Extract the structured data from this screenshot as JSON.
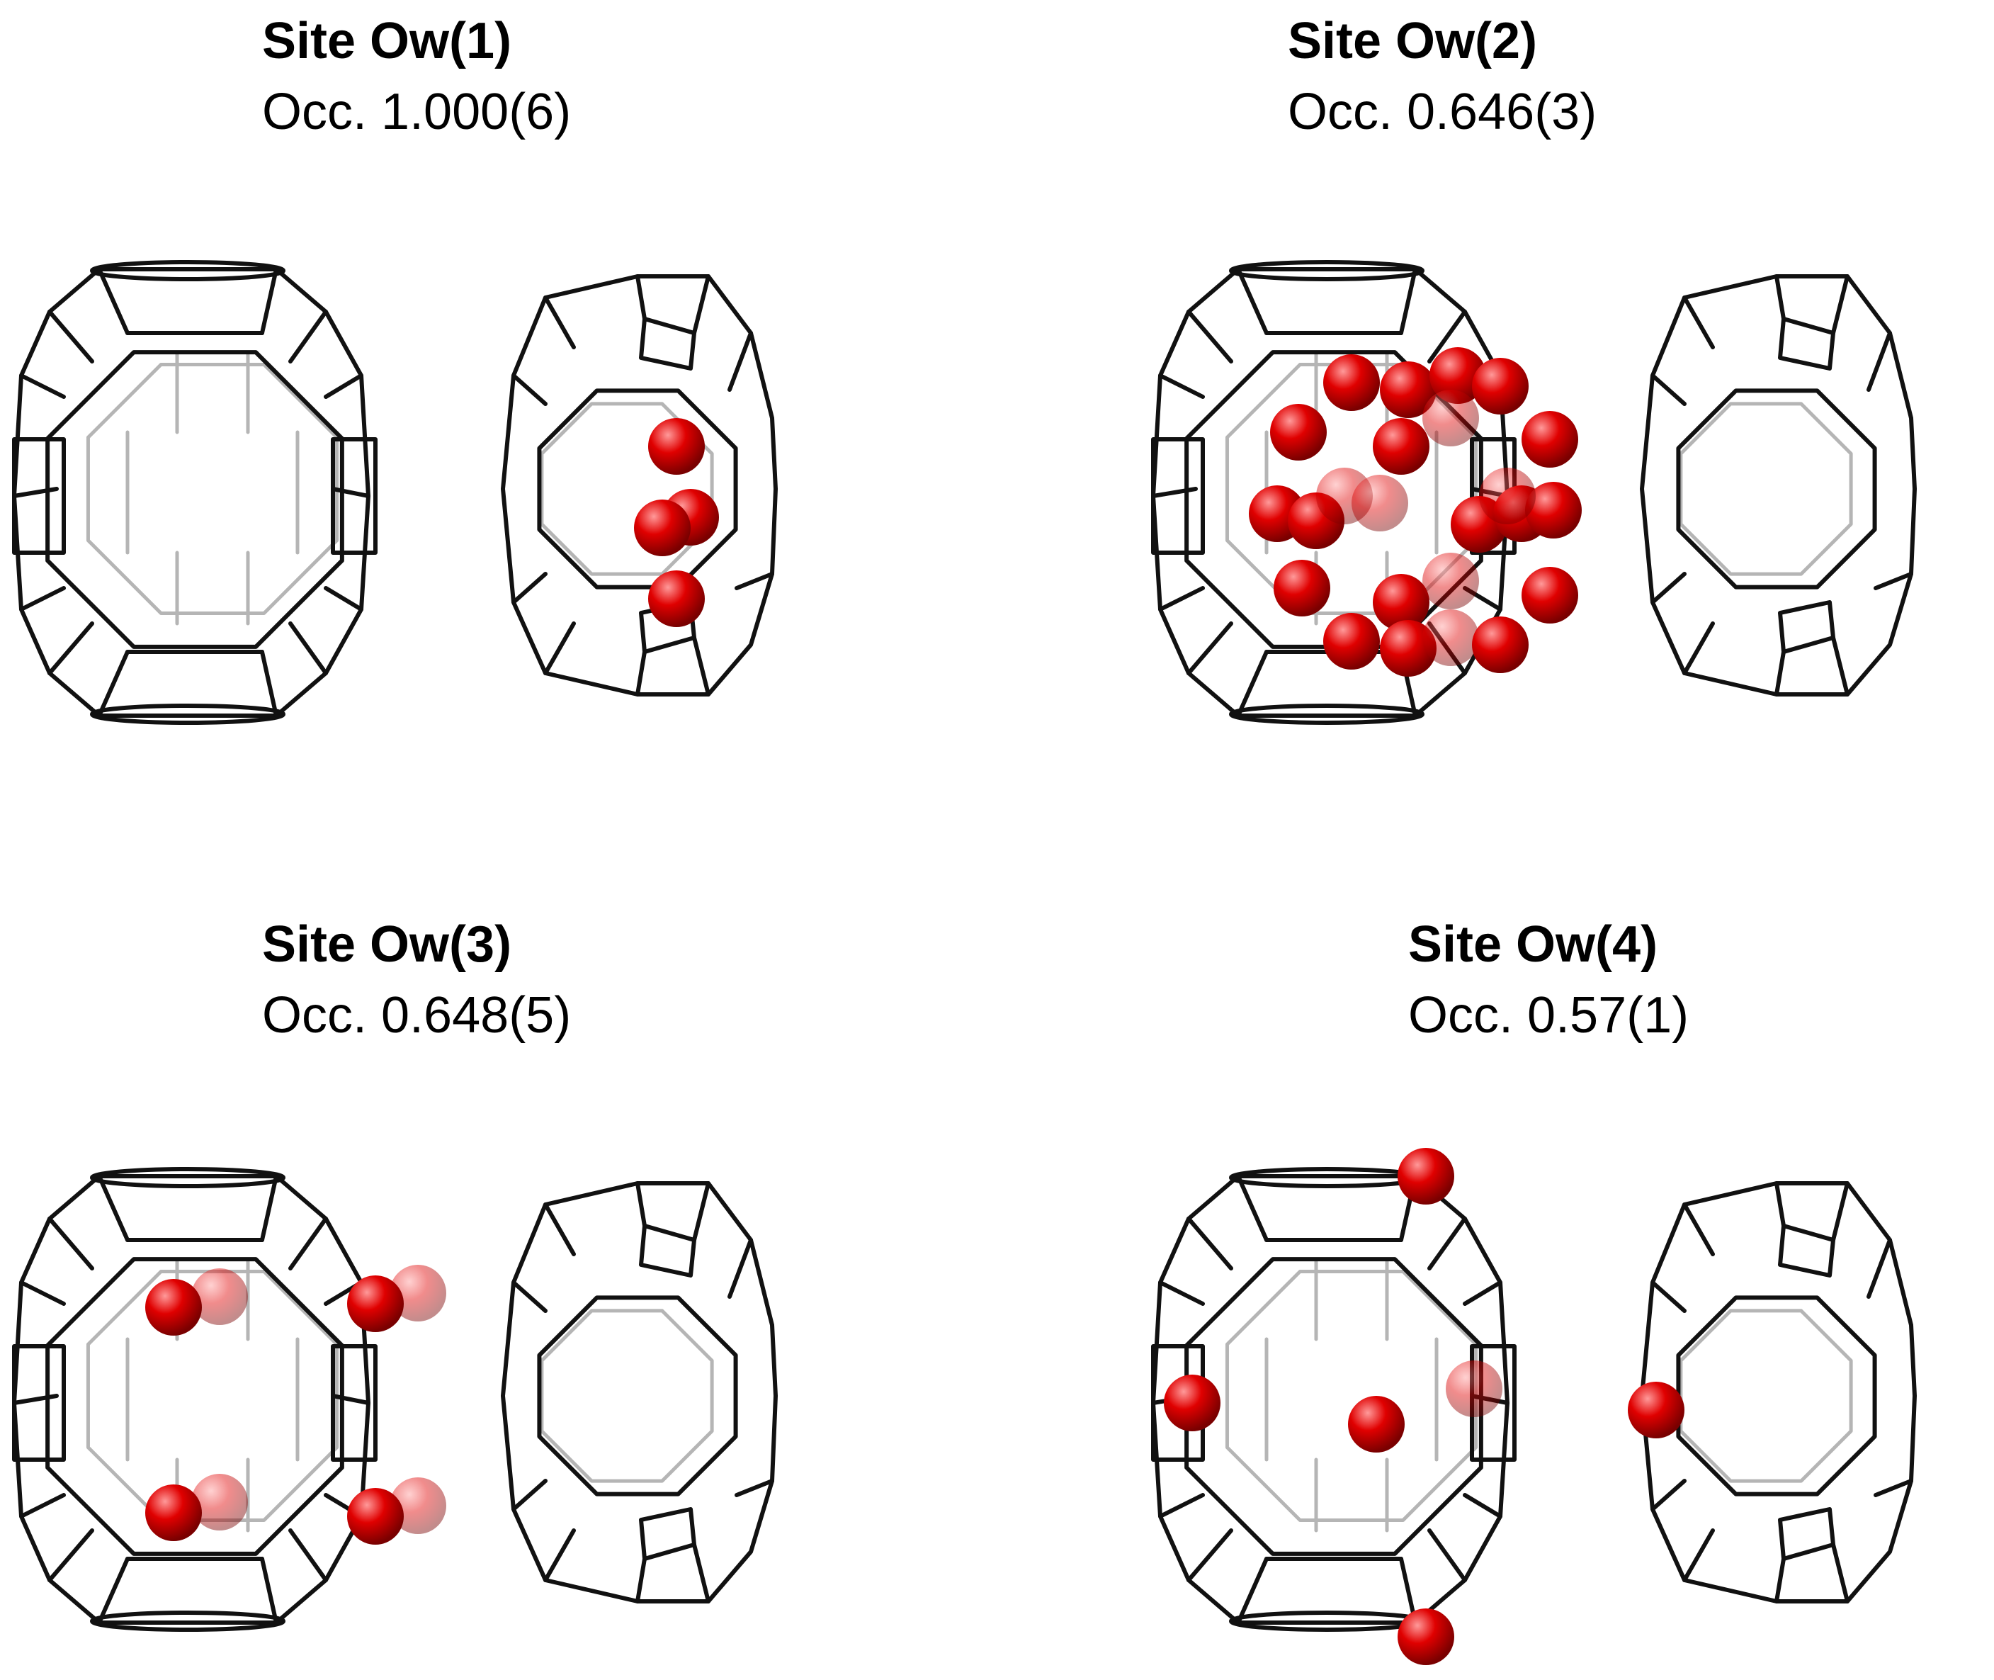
{
  "panels": [
    {
      "site": "Site Ow(1)",
      "occupancy": "Occ. 1.000(6)"
    },
    {
      "site": "Site Ow(2)",
      "occupancy": "Occ. 0.646(3)"
    },
    {
      "site": "Site Ow(3)",
      "occupancy": "Occ. 0.648(5)"
    },
    {
      "site": "Site Ow(4)",
      "occupancy": "Occ. 0.57(1)"
    }
  ],
  "colors": {
    "frame_front": "#111111",
    "frame_back": "#b5b5b5",
    "atom": "#e00000",
    "atom_highlight": "#ff9a9a",
    "atom_shadow": "#7a0000"
  }
}
